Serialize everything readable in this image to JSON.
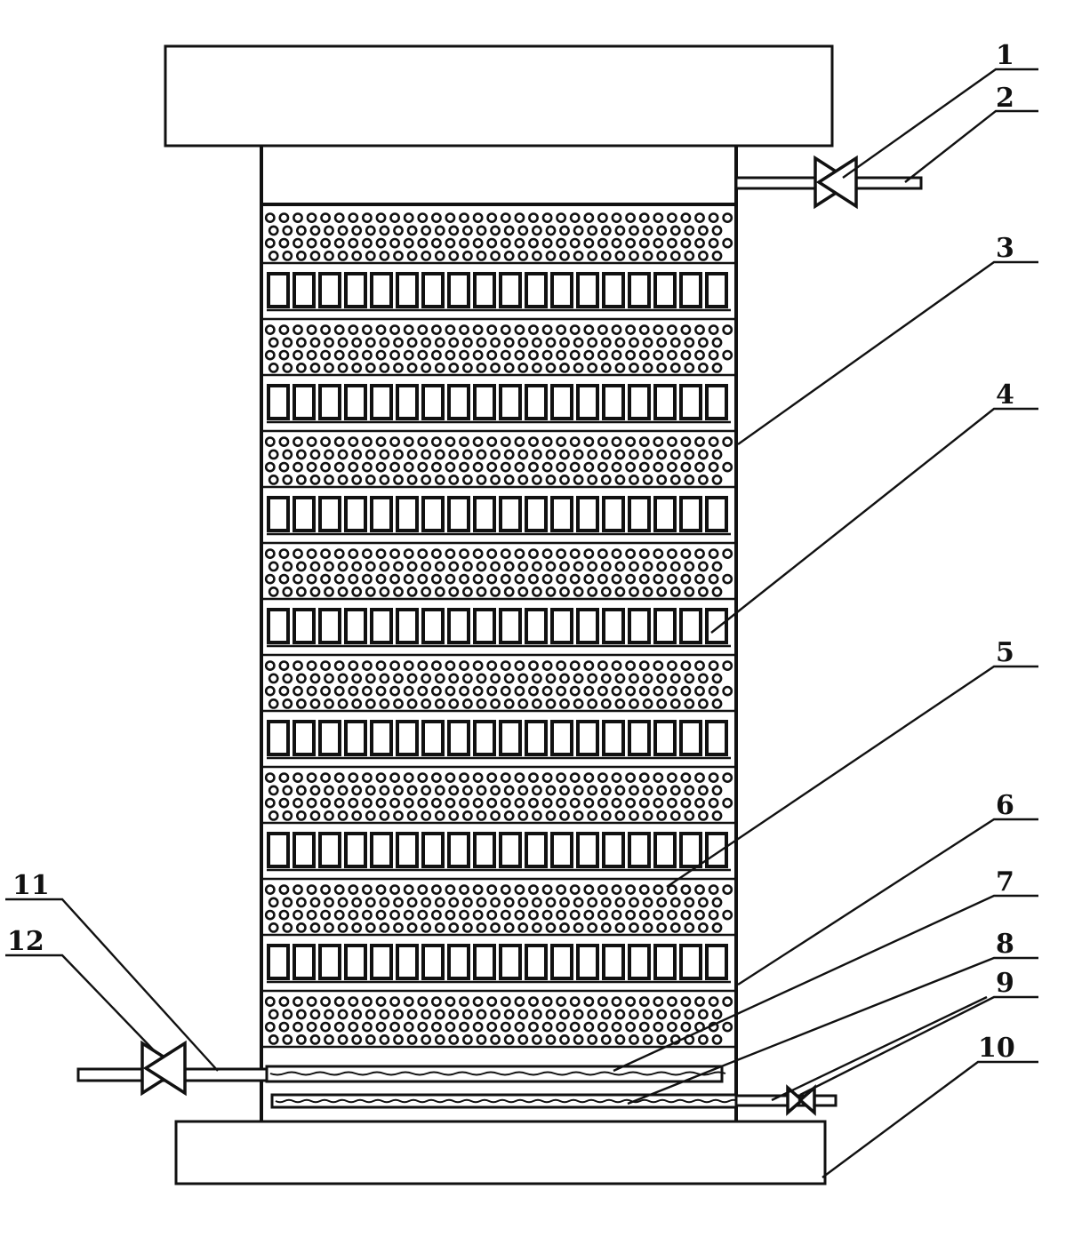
{
  "diagram": {
    "callouts": [
      {
        "id": "1",
        "text": "1"
      },
      {
        "id": "2",
        "text": "2"
      },
      {
        "id": "3",
        "text": "3"
      },
      {
        "id": "4",
        "text": "4"
      },
      {
        "id": "5",
        "text": "5"
      },
      {
        "id": "6",
        "text": "6"
      },
      {
        "id": "7",
        "text": "7"
      },
      {
        "id": "8",
        "text": "8"
      },
      {
        "id": "9",
        "text": "9"
      },
      {
        "id": "10",
        "text": "10"
      },
      {
        "id": "11",
        "text": "11"
      },
      {
        "id": "12",
        "text": "12"
      }
    ],
    "structure": {
      "layer_pattern": [
        "circles",
        "squares",
        "circles",
        "squares",
        "circles",
        "squares",
        "circles",
        "squares",
        "circles",
        "squares",
        "circles",
        "squares",
        "circles",
        "squares",
        "circles"
      ],
      "layer_count": 15,
      "colors": {
        "ink": "#111111",
        "background": "#ffffff"
      }
    }
  }
}
